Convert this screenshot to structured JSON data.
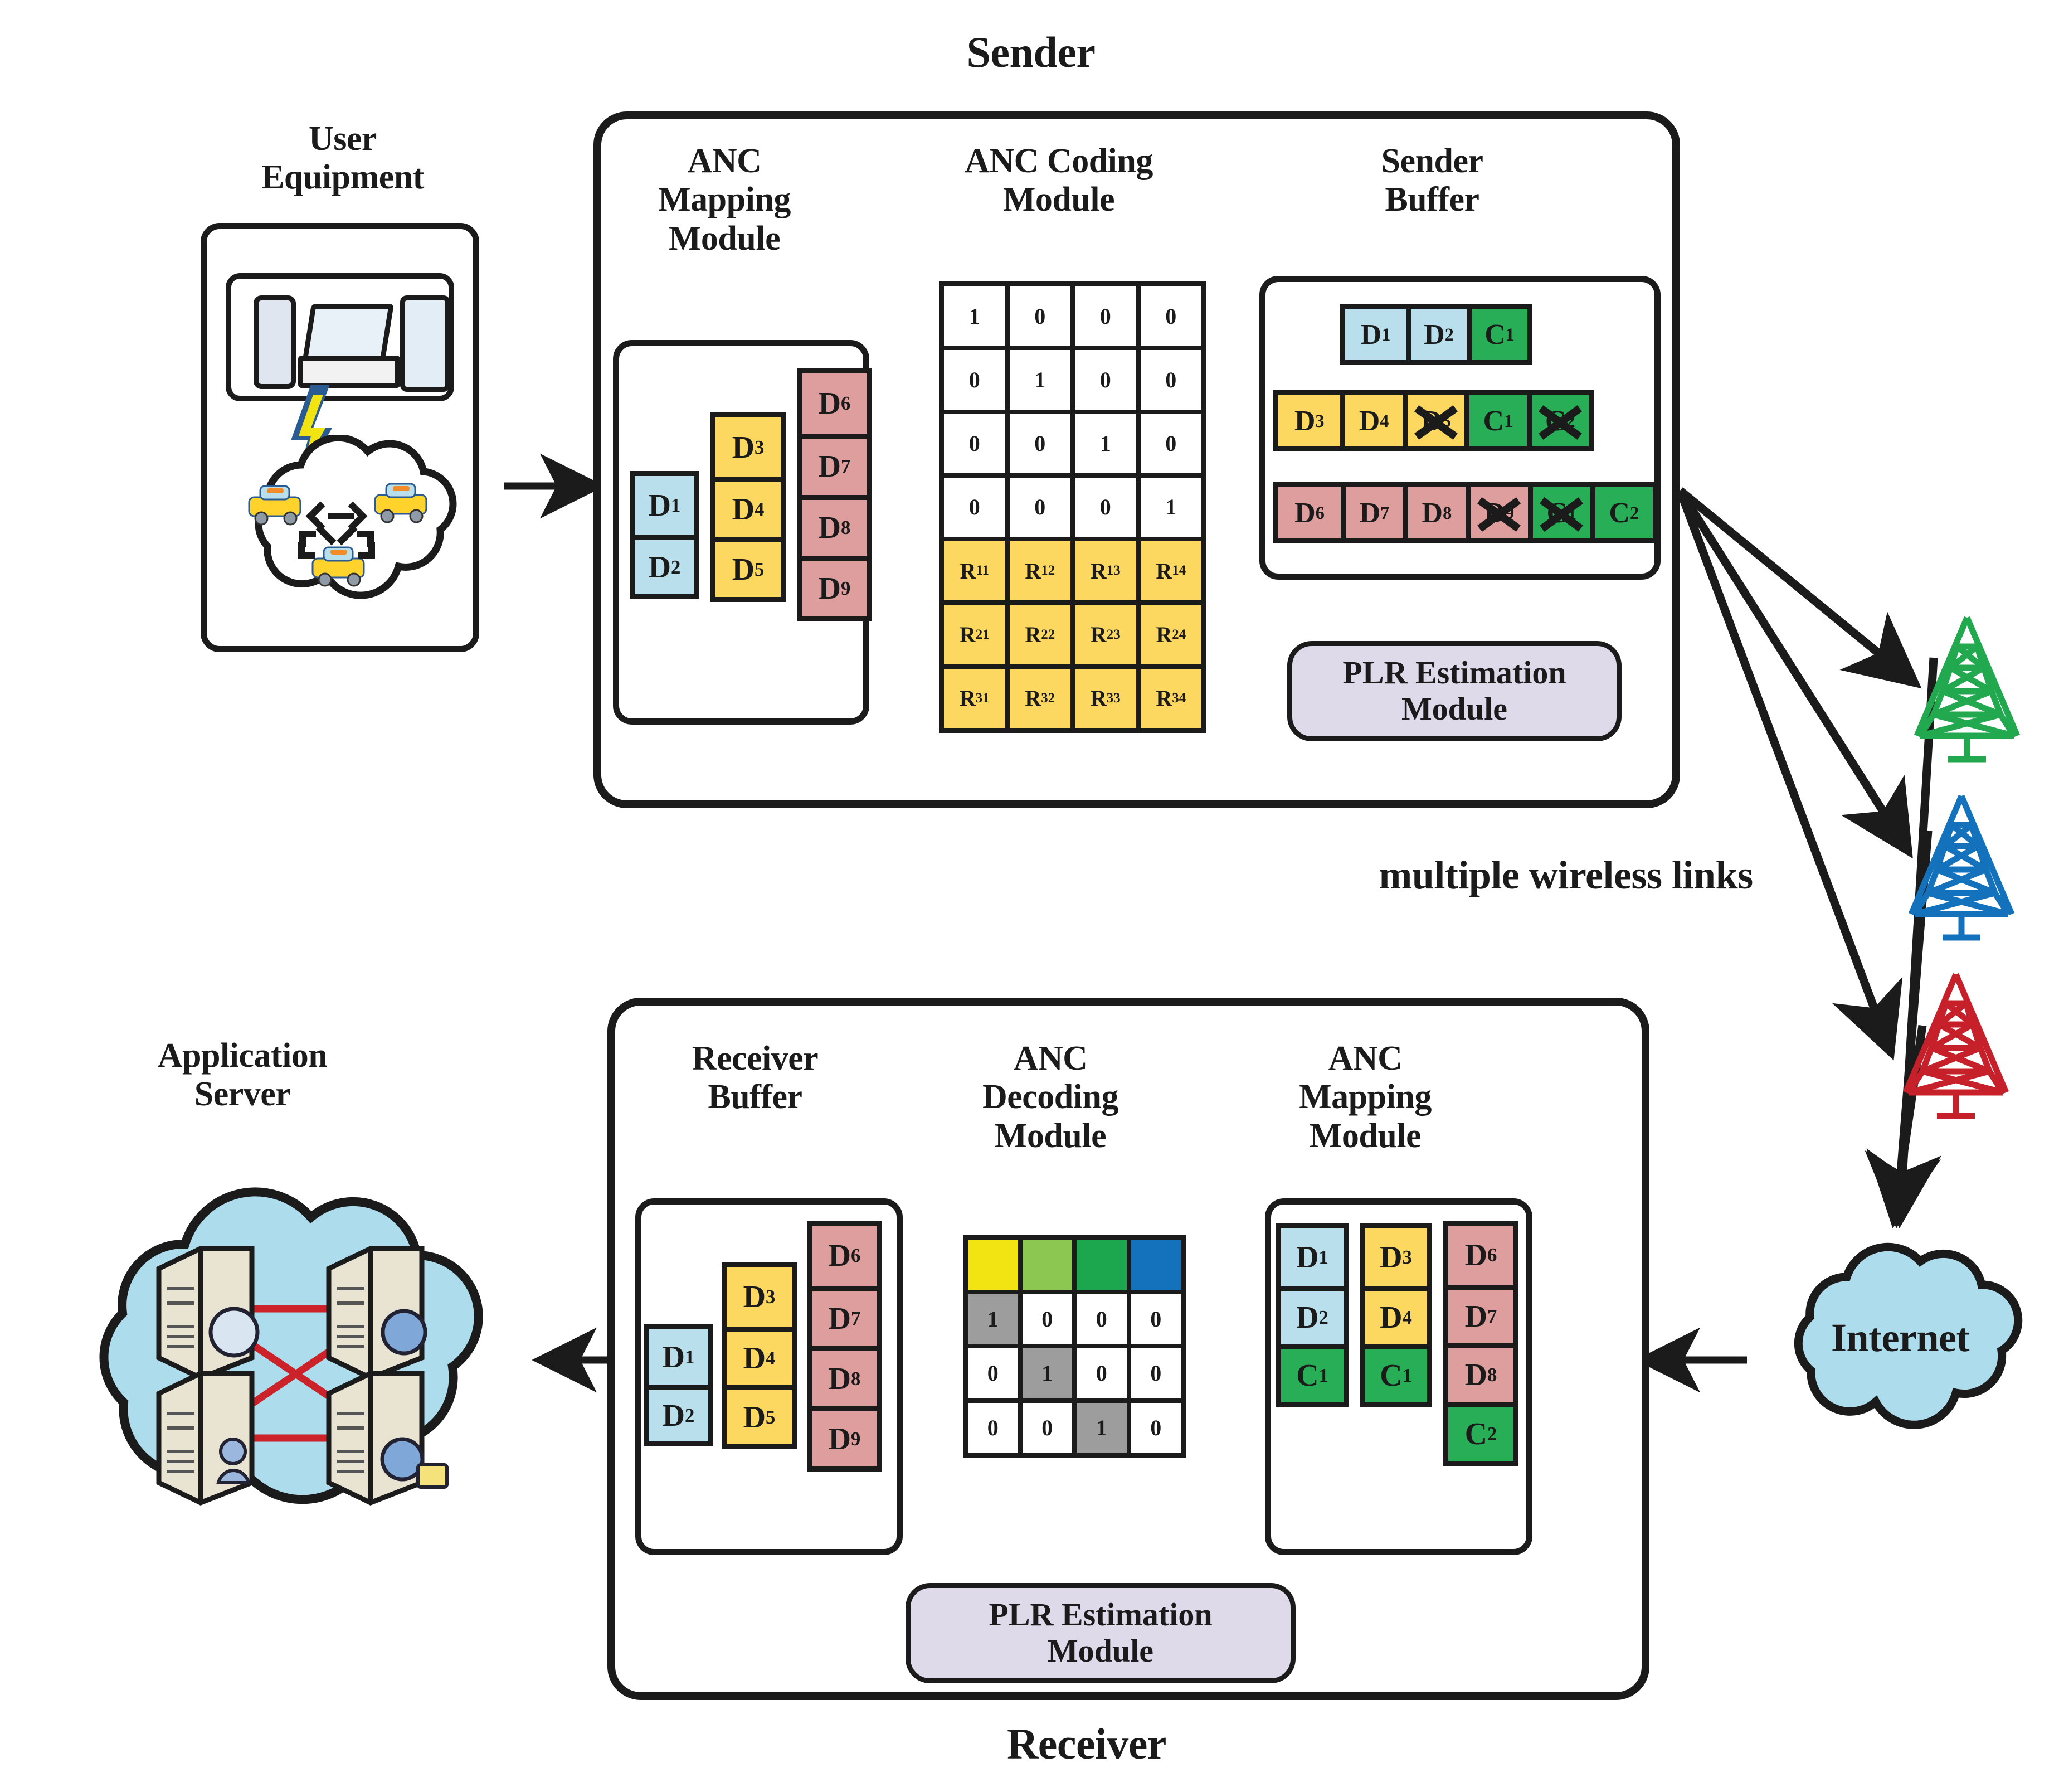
{
  "titles": {
    "sender": "Sender",
    "receiver": "Receiver",
    "user_equipment": "User\nEquipment",
    "application_server": "Application\nServer",
    "wireless_links": "multiple wireless links",
    "internet": "Internet"
  },
  "sender": {
    "mapping_module_title": "ANC\nMapping\nModule",
    "coding_module_title": "ANC Coding\nModule",
    "buffer_title": "Sender\nBuffer",
    "plr_label": "PLR Estimation\nModule",
    "mapping_columns": [
      {
        "name": "column-blue",
        "color": "#B9DFEC",
        "cells": [
          "D1",
          "D2"
        ]
      },
      {
        "name": "column-yellow",
        "color": "#FCD860",
        "cells": [
          "D3",
          "D4",
          "D5"
        ]
      },
      {
        "name": "column-rose",
        "color": "#DE9E9E",
        "cells": [
          "D6",
          "D7",
          "D8",
          "D9"
        ]
      }
    ],
    "coding_matrix": {
      "identity_rows": [
        [
          "1",
          "0",
          "0",
          "0"
        ],
        [
          "0",
          "1",
          "0",
          "0"
        ],
        [
          "0",
          "0",
          "1",
          "0"
        ],
        [
          "0",
          "0",
          "0",
          "1"
        ]
      ],
      "coefficient_rows": [
        [
          "R11",
          "R12",
          "R13",
          "R14"
        ],
        [
          "R21",
          "R22",
          "R23",
          "R24"
        ],
        [
          "R31",
          "R32",
          "R33",
          "R34"
        ]
      ]
    },
    "buffer_rows": [
      {
        "name": "buffer-row-1",
        "cells": [
          {
            "label": "D1",
            "color": "blue",
            "lost": false
          },
          {
            "label": "D2",
            "color": "blue",
            "lost": false
          },
          {
            "label": "C1",
            "color": "green",
            "lost": false
          }
        ]
      },
      {
        "name": "buffer-row-2",
        "cells": [
          {
            "label": "D3",
            "color": "yellow",
            "lost": false
          },
          {
            "label": "D4",
            "color": "yellow",
            "lost": false
          },
          {
            "label": "D5",
            "color": "yellow",
            "lost": true
          },
          {
            "label": "C1",
            "color": "green",
            "lost": false
          },
          {
            "label": "C2",
            "color": "green",
            "lost": true
          }
        ]
      },
      {
        "name": "buffer-row-3",
        "cells": [
          {
            "label": "D6",
            "color": "rose",
            "lost": false
          },
          {
            "label": "D7",
            "color": "rose",
            "lost": false
          },
          {
            "label": "D8",
            "color": "rose",
            "lost": false
          },
          {
            "label": "D9",
            "color": "rose",
            "lost": true
          },
          {
            "label": "C1",
            "color": "green",
            "lost": true
          },
          {
            "label": "C2",
            "color": "green",
            "lost": false
          }
        ]
      }
    ]
  },
  "receiver": {
    "buffer_title": "Receiver\nBuffer",
    "decoding_module_title": "ANC\nDecoding\nModule",
    "mapping_module_title": "ANC\nMapping\nModule",
    "plr_label": "PLR Estimation\nModule",
    "buffer_columns": [
      {
        "name": "column-blue",
        "color": "#B9DFEC",
        "cells": [
          "D1",
          "D2"
        ]
      },
      {
        "name": "column-yellow",
        "color": "#FCD860",
        "cells": [
          "D3",
          "D4",
          "D5"
        ]
      },
      {
        "name": "column-rose",
        "color": "#DE9E9E",
        "cells": [
          "D6",
          "D7",
          "D8",
          "D9"
        ]
      }
    ],
    "decoding_matrix": {
      "header_colors": [
        "#F2E313",
        "#8CC751",
        "#1CA74E",
        "#1472BC"
      ],
      "rows": [
        [
          "1",
          "0",
          "0",
          "0"
        ],
        [
          "0",
          "1",
          "0",
          "0"
        ],
        [
          "0",
          "0",
          "1",
          "0"
        ]
      ],
      "highlight_color": "#9d9d9d"
    },
    "mapping_columns": [
      {
        "name": "column-blue",
        "cells": [
          {
            "label": "D1",
            "color": "blue"
          },
          {
            "label": "D2",
            "color": "blue"
          },
          {
            "label": "C1",
            "color": "green"
          }
        ]
      },
      {
        "name": "column-yellow",
        "cells": [
          {
            "label": "D3",
            "color": "yellow"
          },
          {
            "label": "D4",
            "color": "yellow"
          },
          {
            "label": "C1",
            "color": "green"
          }
        ]
      },
      {
        "name": "column-rose",
        "cells": [
          {
            "label": "D6",
            "color": "rose"
          },
          {
            "label": "D7",
            "color": "rose"
          },
          {
            "label": "D8",
            "color": "rose"
          },
          {
            "label": "C2",
            "color": "green"
          }
        ]
      }
    ]
  },
  "towers": [
    {
      "name": "tower-green",
      "color": "#22A84E"
    },
    {
      "name": "tower-blue",
      "color": "#1472BC"
    },
    {
      "name": "tower-red",
      "color": "#C6202B"
    }
  ],
  "colors": {
    "blue_packet": "#B9DFEC",
    "yellow_packet": "#FCD860",
    "rose_packet": "#DE9E9E",
    "green_packet": "#28AE56",
    "plr_fill": "#DEDAEA",
    "cloud_fill": "#ADDCEC",
    "outline": "#1b1b1b",
    "server_link": "#CC2229",
    "vehicle_body": "#FFD32B"
  }
}
